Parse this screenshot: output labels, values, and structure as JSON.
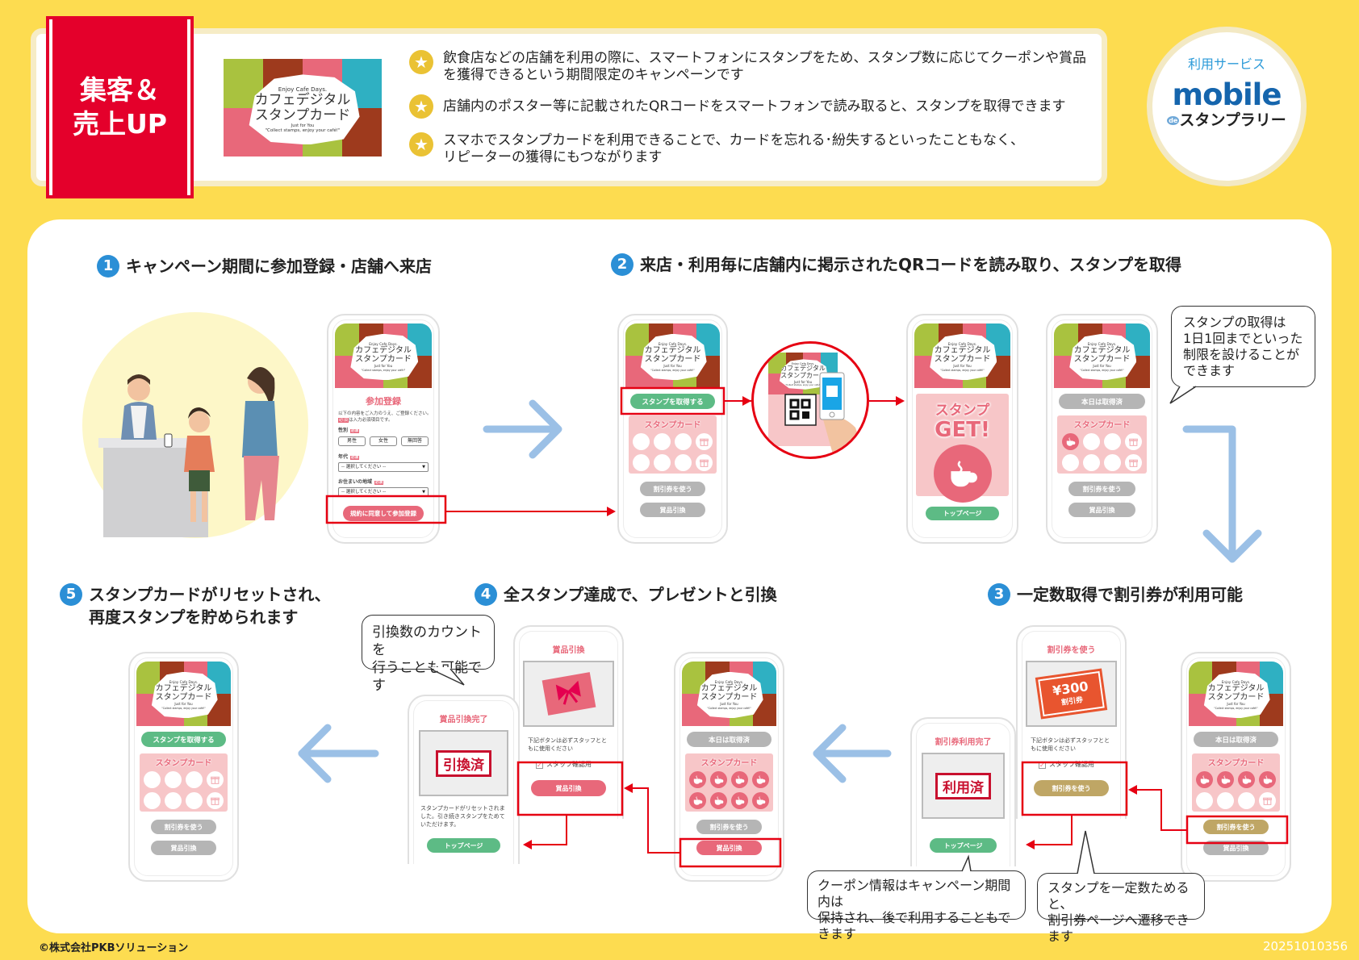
{
  "header": {
    "tag_line1": "集客＆",
    "tag_line2": "売上UP",
    "bullets": [
      [
        "飲食店などの店舗を利用の際に、スマートフォンにスタンプをため、スタンプ数に応じてクーポンや賞品",
        "を獲得できるという期間限定のキャンペーンです"
      ],
      [
        "店舗内のポスター等に記載されたQRコードをスマートフォンで読み取ると、スタンプを取得できます"
      ],
      [
        "スマホでスタンプカードを利用できることで、カードを忘れる･紛失するといったこともなく、",
        "リピーターの獲得にもつながります"
      ]
    ],
    "service_label": "利用サービス",
    "logo_main": "mobile",
    "logo_prefix": "de",
    "logo_sub": "スタンプラリー"
  },
  "card": {
    "enjoy": "Enjoy Cafe Days.",
    "title1": "カフェデジタル",
    "title2": "スタンプカード",
    "tagline_small": "Just for You",
    "tagline": "\"Collect stamps, enjoy your café!\""
  },
  "steps": [
    {
      "num": "1",
      "title": "キャンペーン期間に参加登録・店舗へ来店"
    },
    {
      "num": "2",
      "title": "来店・利用毎に店舗内に掲示されたQRコードを読み取り、スタンプを取得"
    },
    {
      "num": "3",
      "title": "一定数取得で割引券が利用可能"
    },
    {
      "num": "4",
      "title": "全スタンプ達成で、プレゼントと引換"
    },
    {
      "num": "5",
      "title": "スタンプカードがリセットされ、",
      "title2": "再度スタンプを貯められます"
    }
  ],
  "registration": {
    "title": "参加登録",
    "intro": "以下の内容をご入力のうえ、ご登録ください。",
    "required_badge": "必須",
    "required_note": "は入力必須項目です。",
    "gender_label": "性別",
    "genders": [
      "男性",
      "女性",
      "無回答"
    ],
    "age_label": "年代",
    "select_placeholder": "-- 選択してください --",
    "area_label": "お住まいの地域",
    "submit": "規約に同意して参加登録"
  },
  "stamp_card_title": "スタンプカード",
  "buttons": {
    "get_stamp": "スタンプを取得する",
    "got_today": "本日は取得済",
    "use_coupon": "割引券を使う",
    "redeem": "賞品引換",
    "top_page": "トップページ"
  },
  "get_screen": {
    "line1": "スタンプ",
    "line2": "GET!"
  },
  "coupon": {
    "title": "割引券を使う",
    "amount": "¥300",
    "label": "割引券",
    "note": "下記ボタンは必ずスタッフとともに使用ください",
    "check": "スタッフ確認用",
    "done_title": "割引券利用完了",
    "done_stamp": "利用済"
  },
  "prize": {
    "title": "賞品引換",
    "note": "下記ボタンは必ずスタッフとともに使用ください",
    "check": "スタッフ確認用",
    "done_title": "賞品引換完了",
    "done_stamp": "引換済",
    "done_text": "スタンプカードがリセットされました。引き続きスタンプをためていただけます。"
  },
  "stamp_states": {
    "step2": [
      "empty",
      "empty",
      "empty",
      "gift",
      "empty",
      "empty",
      "empty",
      "gift"
    ],
    "step2_after": [
      "stamp",
      "empty",
      "empty",
      "gift",
      "empty",
      "empty",
      "empty",
      "gift"
    ],
    "step3": [
      "stamp",
      "stamp",
      "stamp",
      "stamp",
      "empty",
      "empty",
      "empty",
      "gift"
    ],
    "step4": [
      "stamp",
      "stamp",
      "stamp",
      "stamp",
      "stamp",
      "stamp",
      "stamp",
      "stamp"
    ],
    "step5": [
      "empty",
      "empty",
      "empty",
      "gift",
      "empty",
      "empty",
      "empty",
      "gift"
    ]
  },
  "callouts": {
    "limit": [
      "スタンプの取得は",
      "1日1回までといった",
      "制限を設けることが",
      "できます"
    ],
    "count": [
      "引換数のカウントを",
      "行うことも可能です"
    ],
    "coupon_keep": [
      "クーポン情報はキャンペーン期間内は",
      "保持され、後で利用することもできます"
    ],
    "coupon_move": [
      "スタンプを一定数ためると、",
      "割引券ページへ遷移できます"
    ]
  },
  "footer": {
    "copyright": "©株式会社PKBソリューション",
    "code": "20251010356"
  },
  "colors": {
    "background": "#fddc50",
    "tag_red": "#e4002b",
    "step_blue": "#2b8fd6",
    "arrow_blue": "#9bc0e6",
    "green_button": "#5dbb85",
    "gray_button": "#b5b5b5",
    "red_button": "#e8687a",
    "gold_button": "#bfa665",
    "stamp_pink": "#f7c6c8",
    "highlight_red": "#e60012"
  },
  "icons": {
    "bullet": "star-icon",
    "stamp": "coffee-cup-icon",
    "reward": "gift-icon",
    "qr": "qr-code-icon",
    "check": "checkbox-checked-icon"
  }
}
